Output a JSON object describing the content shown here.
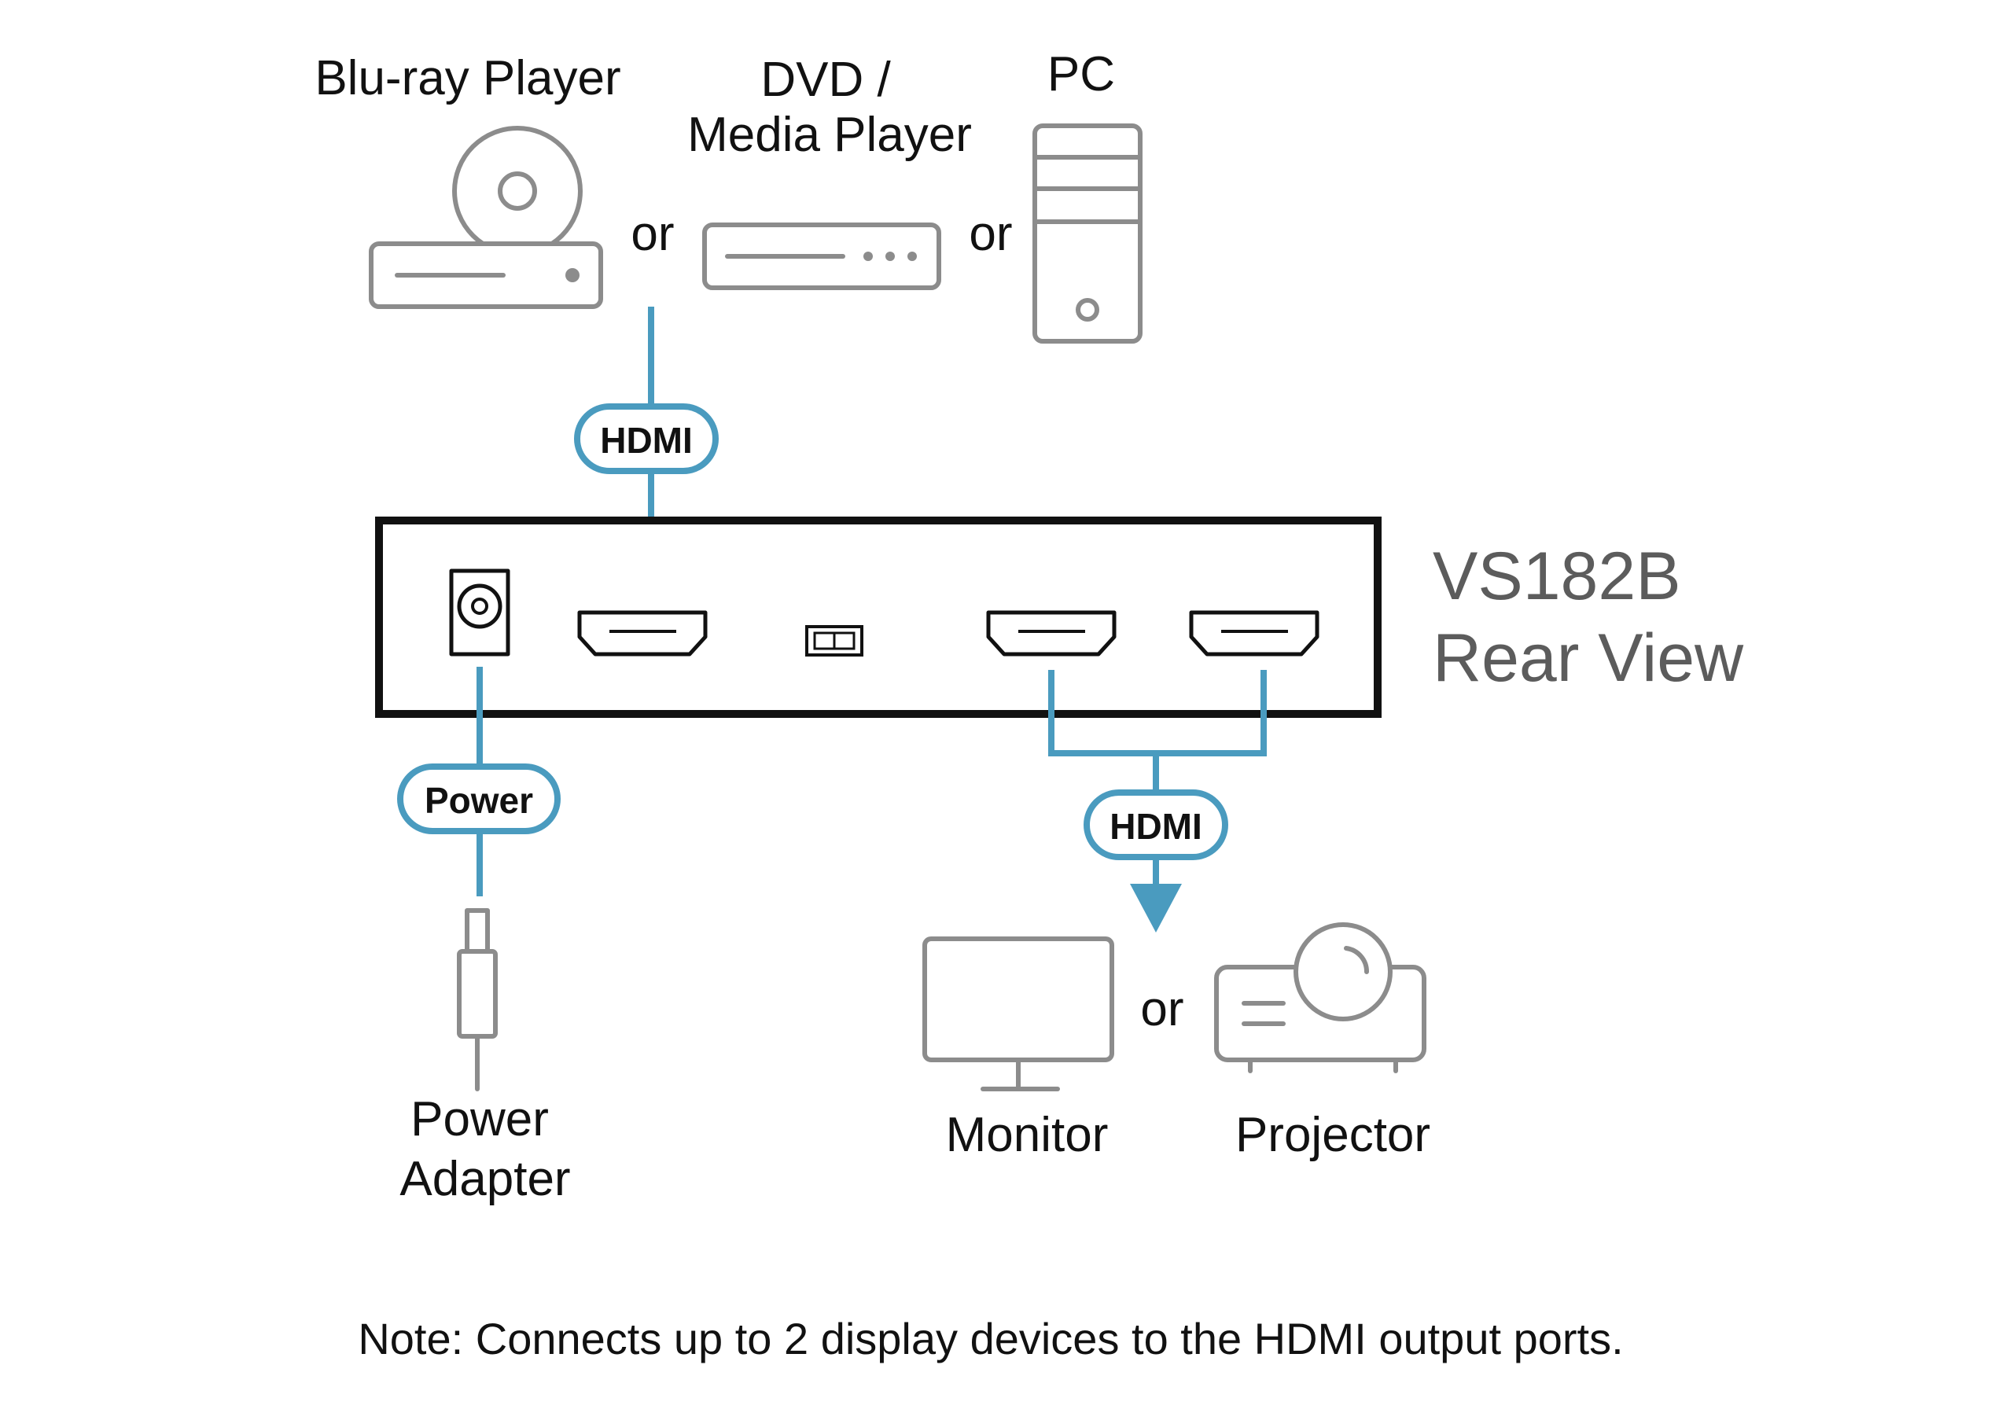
{
  "sources": {
    "bluray_label": "Blu-ray Player",
    "dvd_label_line1": "DVD /",
    "dvd_label_line2": "Media Player",
    "pc_label": "PC",
    "or_1": "or",
    "or_2": "or"
  },
  "connections": {
    "hdmi_in": "HDMI",
    "hdmi_out": "HDMI",
    "power": "Power"
  },
  "device": {
    "model": "VS182B",
    "view": "Rear View"
  },
  "outputs": {
    "monitor_label": "Monitor",
    "projector_label": "Projector",
    "or": "or"
  },
  "power_adapter": {
    "line1": "Power",
    "line2": "Adapter"
  },
  "note": "Note: Connects up to 2 display devices to the HDMI output ports.",
  "colors": {
    "connector": "#4a9bbf",
    "device_outline": "#8c8c8c",
    "title_gray": "#5c5c5c"
  }
}
